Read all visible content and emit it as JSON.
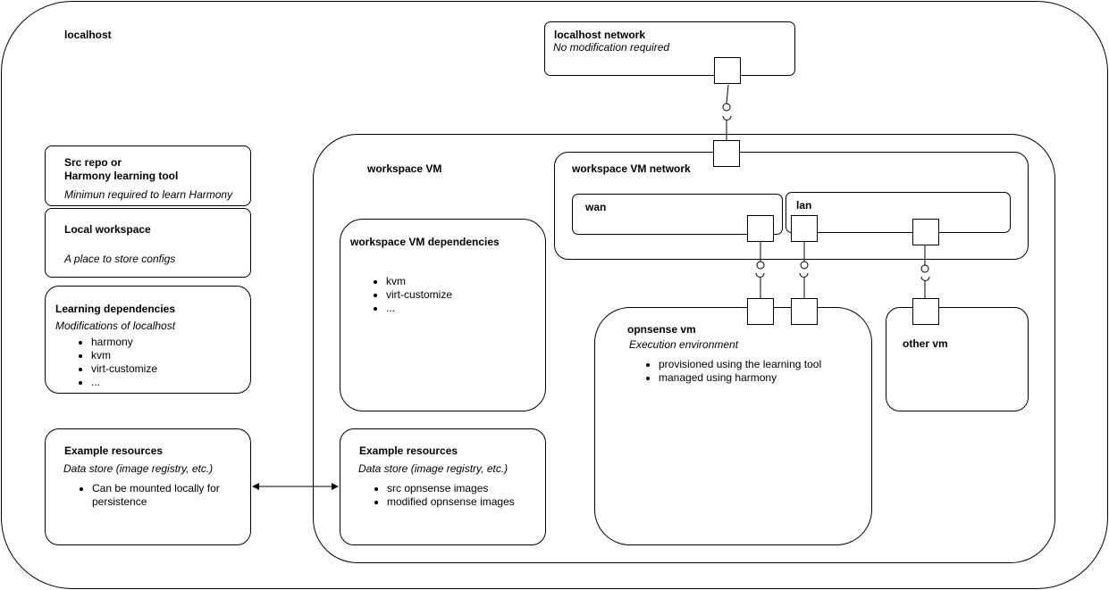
{
  "localhost": {
    "title": "localhost",
    "network": {
      "title": "localhost network",
      "subtitle": "No modification required"
    },
    "src_repo": {
      "title_line1": "Src repo or",
      "title_line2": "Harmony learning tool",
      "subtitle": "Minimun required to learn Harmony"
    },
    "local_workspace": {
      "title": "Local workspace",
      "subtitle": "A place to store configs"
    },
    "learning_deps": {
      "title": "Learning dependencies",
      "subtitle": "Modifications of localhost",
      "items": [
        "harmony",
        "kvm",
        "virt-customize",
        "..."
      ]
    },
    "example_resources": {
      "title": "Example resources",
      "subtitle": "Data store (image registry, etc.)",
      "items": [
        "Can be mounted locally for persistence"
      ]
    }
  },
  "workspace_vm": {
    "title": "workspace VM",
    "dependencies": {
      "title": "workspace VM dependencies",
      "items": [
        "kvm",
        "virt-customize",
        "..."
      ]
    },
    "example_resources": {
      "title": "Example resources",
      "subtitle": "Data store (image registry, etc.)",
      "items": [
        "src opnsense images",
        "modified opnsense images"
      ]
    },
    "network": {
      "title": "workspace VM network",
      "wan": "wan",
      "lan": "lan"
    },
    "opnsense_vm": {
      "title": "opnsense vm",
      "subtitle": "Execution environment",
      "items": [
        "provisioned using the learning tool",
        "managed using harmony"
      ]
    },
    "other_vm": {
      "title": "other vm"
    }
  }
}
